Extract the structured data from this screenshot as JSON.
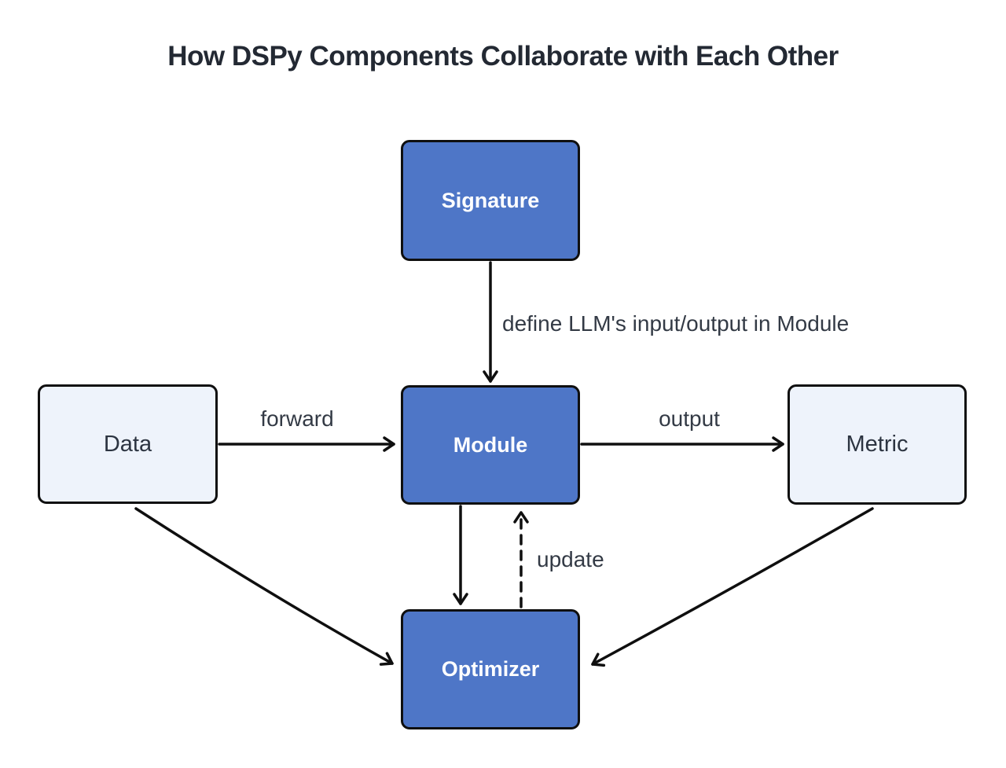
{
  "title": "How DSPy Components Collaborate with Each Other",
  "diagram": {
    "nodes": {
      "signature": {
        "label": "Signature",
        "style": "primary"
      },
      "data": {
        "label": "Data",
        "style": "light"
      },
      "module": {
        "label": "Module",
        "style": "primary"
      },
      "metric": {
        "label": "Metric",
        "style": "light"
      },
      "optimizer": {
        "label": "Optimizer",
        "style": "primary"
      }
    },
    "edges": [
      {
        "from": "signature",
        "to": "module",
        "label": "define LLM's input/output in Module",
        "line": "solid"
      },
      {
        "from": "data",
        "to": "module",
        "label": "forward",
        "line": "solid"
      },
      {
        "from": "module",
        "to": "metric",
        "label": "output",
        "line": "solid"
      },
      {
        "from": "module",
        "to": "optimizer",
        "label": "",
        "line": "solid"
      },
      {
        "from": "optimizer",
        "to": "module",
        "label": "update",
        "line": "dashed"
      },
      {
        "from": "data",
        "to": "optimizer",
        "label": "",
        "line": "solid"
      },
      {
        "from": "metric",
        "to": "optimizer",
        "label": "",
        "line": "solid"
      }
    ],
    "colors": {
      "primary_fill": "#4e76c7",
      "light_fill": "#eef3fb",
      "border": "#0f0f0f",
      "arrow": "#0f0f0f",
      "title_text": "#232933",
      "edge_label_text": "#333a45",
      "primary_text": "#ffffff",
      "light_text": "#2c3441",
      "background": "#ffffff"
    }
  }
}
